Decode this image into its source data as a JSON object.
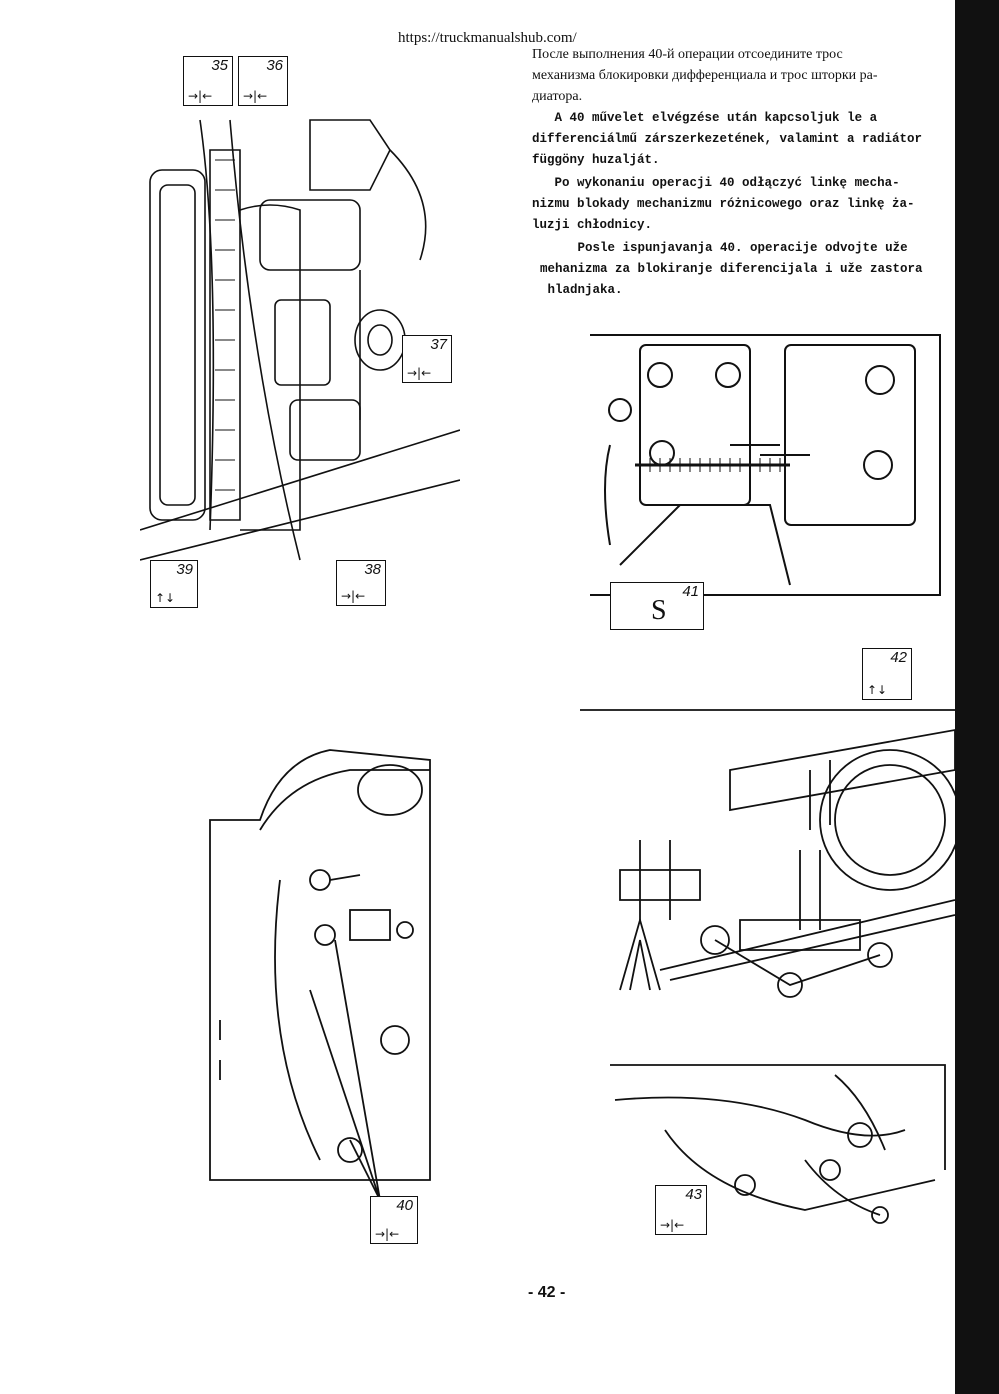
{
  "header": {
    "url": "https://truckmanualshub.com/"
  },
  "text": {
    "ru": "После выполнения 40-й операции отсоедините трос\nмеханизма блокировки дифференциала и трос шторки ра-\nдиатора.",
    "hu": "   A 40 művelet elvégzése után kapcsoljuk le a\ndifferenciálmű zárszerkezetének, valamint a radiátor\nfüggöny huzalját.",
    "pl": "   Po wykonaniu operacji 40 odłączyć linkę mecha-\nnizmu blokady mechanizmu różnicowego oraz linkę ża-\nluzji chłodnicy.",
    "sr": "     Posle ispunjavanja 40. operacije odvojte uže\nmehanizma za blokiranje diferencijala i uže zastora\n hladnjaka."
  },
  "callouts": {
    "c35": {
      "num": "35",
      "sym": "→|←"
    },
    "c36": {
      "num": "36",
      "sym": "→|←"
    },
    "c37": {
      "num": "37",
      "sym": "→|←"
    },
    "c38": {
      "num": "38",
      "sym": "→|←"
    },
    "c39": {
      "num": "39",
      "sym": "↑↓"
    },
    "c40": {
      "num": "40",
      "sym": "→|←"
    },
    "c41": {
      "num": "41",
      "sym": "S"
    },
    "c42": {
      "num": "42",
      "sym": "↑↓"
    },
    "c43": {
      "num": "43",
      "sym": "→|←"
    }
  },
  "footer": {
    "page": "- 42 -"
  }
}
